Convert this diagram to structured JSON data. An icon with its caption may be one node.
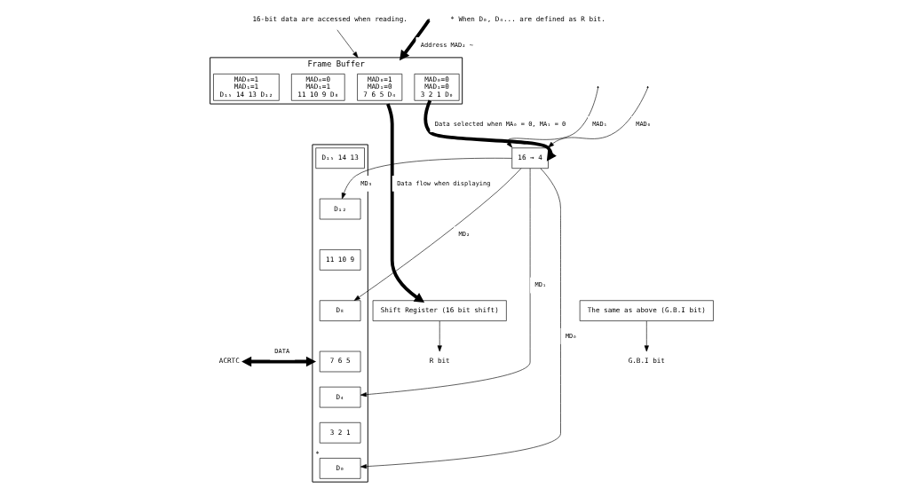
{
  "diagram": {
    "nodes": [
      {
        "text": [
          "ACRTC"
        ]
      },
      {
        "text": [],
        "shape": "box"
      },
      {
        "text": [
          "D₁₅ 14 13"
        ],
        "in": 1
      },
      {
        "text": [
          "D₁₂"
        ],
        "in": 1
      },
      {
        "text": [
          "11 10 9"
        ],
        "in": 1
      },
      {
        "text": [
          "D₈"
        ],
        "in": 1
      },
      {
        "text": [
          "7 6 5"
        ],
        "in": 1
      },
      {
        "text": [
          "D₄"
        ],
        "in": 1
      },
      {
        "text": [
          "3 2 1"
        ],
        "in": 1
      },
      {
        "text": [
          "D₀"
        ],
        "in": 1,
        "beside": [
          "*"
        ]
      },
      {
        "text": [
          "16 → 4"
        ]
      },
      {
        "text": [
          "Frame Buffer"
        ]
      },
      {
        "text": [
          "MAD₀=1",
          "MAD₁=1",
          "D₁₅ 14 13 D₁₂"
        ],
        "in": 11
      },
      {
        "text": [
          "MAD₀=0",
          "MAD₁=1",
          "11 10 9 D₈"
        ],
        "in": 11
      },
      {
        "text": [
          "MAD₀=1",
          "MAD₁=0",
          "7 6 5 D₄"
        ],
        "in": 11
      },
      {
        "text": [
          "MAD₀=0",
          "MAD₁=0",
          "3 2 1 D₀"
        ],
        "in": 11
      },
      {
        "text": [
          "Shift Register (16 bit shift)"
        ]
      },
      {
        "text": [
          "The same as above (G.B.I bit)"
        ]
      },
      {
        "text": [
          "R bit"
        ]
      },
      {
        "text": [
          "G.B.I bit"
        ]
      },
      {
        "text": [
          "16-bit data are accessed when reading."
        ]
      }
    ],
    "edges": [
      {
        "from": 0,
        "to": 1,
        "arrow": "both",
        "label": "DATA",
        "style": "thick"
      },
      {
        "from": null,
        "to": 11,
        "arrow": "to",
        "label": "Address MAD₂ ~",
        "style": "thick"
      },
      {
        "from": null,
        "to": 10,
        "arrow": "to",
        "label": "MAD₁"
      },
      {
        "from": null,
        "to": 10,
        "arrow": "to",
        "label": "MAD₀"
      },
      {
        "from": 10,
        "to": 3,
        "arrow": "to",
        "label": "MD₃"
      },
      {
        "from": 10,
        "to": 5,
        "arrow": "to",
        "label": "MD₂"
      },
      {
        "from": 10,
        "to": 7,
        "arrow": "to",
        "label": "MD₁"
      },
      {
        "from": 10,
        "to": 9,
        "arrow": "to",
        "label": "MD₀"
      },
      {
        "from": 15,
        "to": 10,
        "arrow": "to",
        "label": "Data selected when MA₀ = 0, MA₁ = 0",
        "style": "thick"
      },
      {
        "from": 11,
        "to": 16,
        "arrow": "to",
        "label": "Data flow when displaying",
        "style": "thick"
      },
      {
        "from": 16,
        "to": 18,
        "arrow": "to"
      },
      {
        "from": 17,
        "to": 19,
        "arrow": "to"
      },
      {
        "from": 20,
        "to": 11,
        "arrow": "to"
      }
    ],
    "labels": [
      "* When D₀, D₄... are defined as R bit."
    ]
  }
}
